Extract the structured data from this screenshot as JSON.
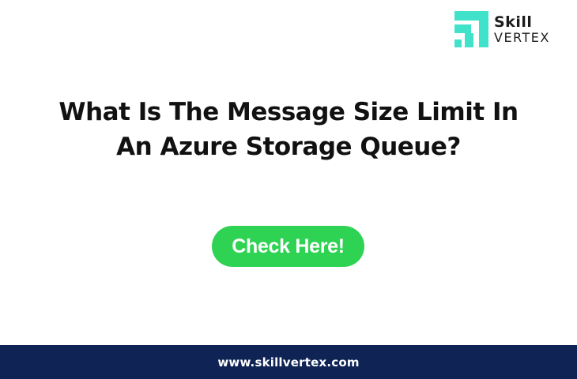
{
  "logo": {
    "word_top": "Skill",
    "word_bottom": "VERTEX",
    "mark_color": "#40e3c9"
  },
  "headline": {
    "line_1": "What Is The Message Size Limit In",
    "line_2": "An Azure Storage Queue?"
  },
  "cta": {
    "label": "Check Here!",
    "color": "#2fd353"
  },
  "footer": {
    "url_text": "www.skillvertex.com",
    "background": "#0f2455"
  }
}
